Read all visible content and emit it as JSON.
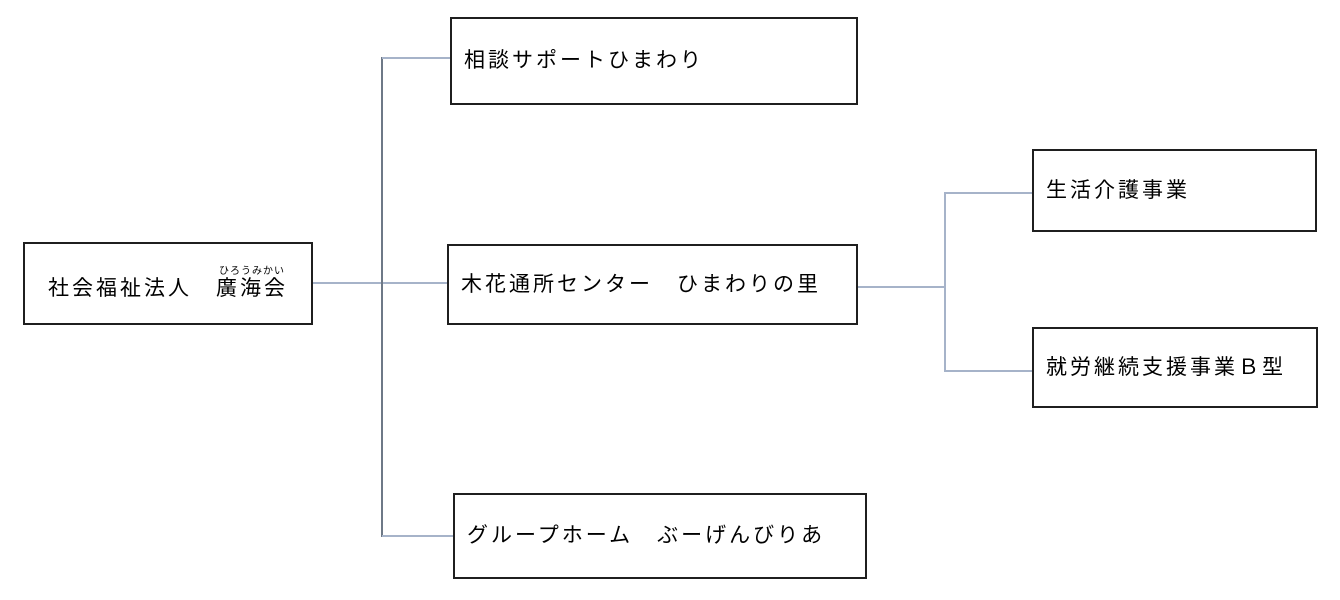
{
  "org_chart": {
    "type": "organization-diagram",
    "root": {
      "prefix": "社会福祉法人　",
      "name": "廣海会",
      "furigana": "ひろうみかい"
    },
    "branches": [
      {
        "label": "相談サポートひまわり",
        "children": []
      },
      {
        "label": "木花通所センター　ひまわりの里",
        "children": [
          {
            "label": "生活介護事業"
          },
          {
            "label": "就労継続支援事業Ｂ型"
          }
        ]
      },
      {
        "label": "グループホーム　ぶーげんびりあ",
        "children": []
      }
    ]
  },
  "colors": {
    "background": "#ffffff",
    "text": "#000000",
    "box_border": "#1f1f1f",
    "connector_light": "#a6b3c9",
    "connector_dark": "#6e7987"
  }
}
